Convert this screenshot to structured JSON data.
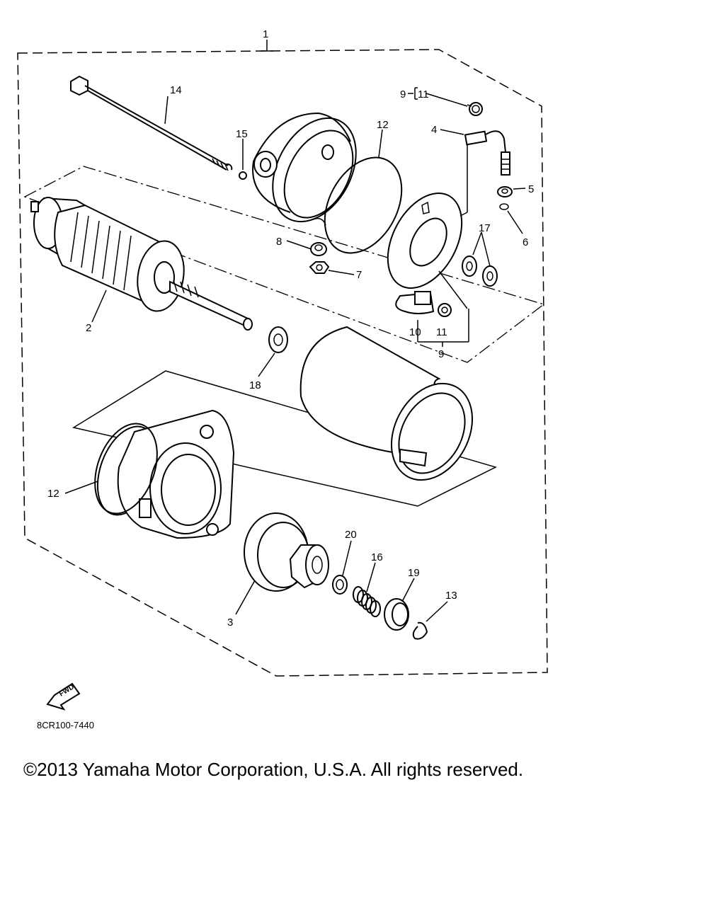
{
  "diagram": {
    "callouts": {
      "c1": "1",
      "c2": "2",
      "c3": "3",
      "c4": "4",
      "c5": "5",
      "c6": "6",
      "c7": "7",
      "c8": "8",
      "c9_top": "9",
      "c11_top": "11",
      "c9_bottom": "9",
      "c10": "10",
      "c11_bottom": "11",
      "c12_top": "12",
      "c12_bottom": "12",
      "c13": "13",
      "c14": "14",
      "c15": "15",
      "c16": "16",
      "c17": "17",
      "c18": "18",
      "c19": "19",
      "c20": "20"
    },
    "fwd_label": "FWD",
    "part_code": "8CR100-7440"
  },
  "footer": {
    "copyright": "©2013 Yamaha Motor Corporation, U.S.A. All rights reserved."
  }
}
